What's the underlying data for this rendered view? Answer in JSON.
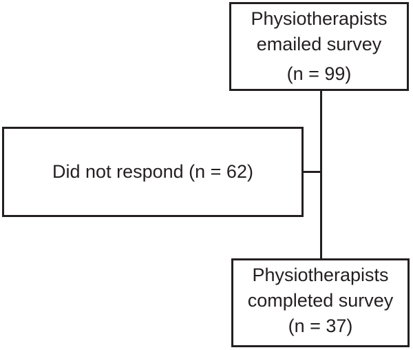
{
  "colors": {
    "ink": "#231f20",
    "background": "#ffffff"
  },
  "diagram": {
    "type": "flowchart",
    "nodes": {
      "emailed": {
        "line1": "Physiotherapists",
        "line2": "emailed survey",
        "count": "(n = 99)"
      },
      "no_response": {
        "label": "Did not respond (n = 62)"
      },
      "completed": {
        "line1": "Physiotherapists",
        "line2": "completed survey",
        "count": "(n = 37)"
      }
    },
    "edges": [
      {
        "from": "emailed",
        "to": "completed",
        "shape": "vertical-line"
      },
      {
        "from": "emailed-completed-line",
        "to": "no_response",
        "shape": "horizontal-branch"
      }
    ]
  }
}
